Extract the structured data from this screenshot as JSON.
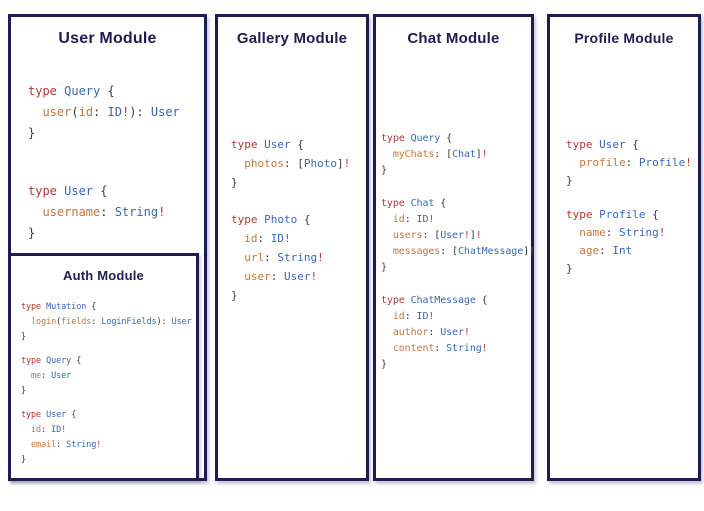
{
  "colors": {
    "navy": "#1d1d52",
    "keyword": "#ad3a36",
    "typename": "#3a67b0",
    "fieldname": "#c2763c",
    "punct": "#3b3b3b"
  },
  "modules": [
    {
      "id": "user",
      "title": "User Module",
      "blocks": [
        [
          [
            {
              "t": "type ",
              "c": "k"
            },
            {
              "t": "Query ",
              "c": "t"
            },
            {
              "t": "{",
              "c": "p"
            }
          ],
          [
            {
              "t": "  user",
              "c": "f"
            },
            {
              "t": "(",
              "c": "p"
            },
            {
              "t": "id",
              "c": "f"
            },
            {
              "t": ": ",
              "c": "p"
            },
            {
              "t": "ID",
              "c": "t"
            },
            {
              "t": "!",
              "c": "k"
            },
            {
              "t": "): ",
              "c": "p"
            },
            {
              "t": "User",
              "c": "t"
            }
          ],
          [
            {
              "t": "}",
              "c": "p"
            }
          ]
        ],
        [
          [
            {
              "t": "type ",
              "c": "k"
            },
            {
              "t": "User ",
              "c": "t"
            },
            {
              "t": "{",
              "c": "p"
            }
          ],
          [
            {
              "t": "  username",
              "c": "f"
            },
            {
              "t": ": ",
              "c": "p"
            },
            {
              "t": "String",
              "c": "t"
            },
            {
              "t": "!",
              "c": "k"
            }
          ],
          [
            {
              "t": "}",
              "c": "p"
            }
          ]
        ]
      ],
      "sub": {
        "id": "auth",
        "title": "Auth Module",
        "blocks": [
          [
            [
              {
                "t": "type ",
                "c": "k"
              },
              {
                "t": "Mutation ",
                "c": "t"
              },
              {
                "t": "{",
                "c": "p"
              }
            ],
            [
              {
                "t": "  login",
                "c": "f"
              },
              {
                "t": "(",
                "c": "p"
              },
              {
                "t": "fields",
                "c": "f"
              },
              {
                "t": ": ",
                "c": "p"
              },
              {
                "t": "LoginFields",
                "c": "t"
              },
              {
                "t": "): ",
                "c": "p"
              },
              {
                "t": "User",
                "c": "t"
              }
            ],
            [
              {
                "t": "}",
                "c": "p"
              }
            ]
          ],
          [
            [
              {
                "t": "type ",
                "c": "k"
              },
              {
                "t": "Query ",
                "c": "t"
              },
              {
                "t": "{",
                "c": "p"
              }
            ],
            [
              {
                "t": "  me",
                "c": "f"
              },
              {
                "t": ": ",
                "c": "p"
              },
              {
                "t": "User",
                "c": "t"
              }
            ],
            [
              {
                "t": "}",
                "c": "p"
              }
            ]
          ],
          [
            [
              {
                "t": "type ",
                "c": "k"
              },
              {
                "t": "User ",
                "c": "t"
              },
              {
                "t": "{",
                "c": "p"
              }
            ],
            [
              {
                "t": "  id",
                "c": "f"
              },
              {
                "t": ": ",
                "c": "p"
              },
              {
                "t": "ID",
                "c": "t"
              },
              {
                "t": "!",
                "c": "k"
              }
            ],
            [
              {
                "t": "  email",
                "c": "f"
              },
              {
                "t": ": ",
                "c": "p"
              },
              {
                "t": "String",
                "c": "t"
              },
              {
                "t": "!",
                "c": "k"
              }
            ],
            [
              {
                "t": "}",
                "c": "p"
              }
            ]
          ]
        ]
      }
    },
    {
      "id": "gallery",
      "title": "Gallery Module",
      "blocks": [
        [
          [
            {
              "t": "type ",
              "c": "k"
            },
            {
              "t": "User ",
              "c": "t"
            },
            {
              "t": "{",
              "c": "p"
            }
          ],
          [
            {
              "t": "  photos",
              "c": "f"
            },
            {
              "t": ": [",
              "c": "p"
            },
            {
              "t": "Photo",
              "c": "t"
            },
            {
              "t": "]",
              "c": "p"
            },
            {
              "t": "!",
              "c": "k"
            }
          ],
          [
            {
              "t": "}",
              "c": "p"
            }
          ]
        ],
        [
          [
            {
              "t": "type ",
              "c": "k"
            },
            {
              "t": "Photo ",
              "c": "t"
            },
            {
              "t": "{",
              "c": "p"
            }
          ],
          [
            {
              "t": "  id",
              "c": "f"
            },
            {
              "t": ": ",
              "c": "p"
            },
            {
              "t": "ID",
              "c": "t"
            },
            {
              "t": "!",
              "c": "k"
            }
          ],
          [
            {
              "t": "  url",
              "c": "f"
            },
            {
              "t": ": ",
              "c": "p"
            },
            {
              "t": "String",
              "c": "t"
            },
            {
              "t": "!",
              "c": "k"
            }
          ],
          [
            {
              "t": "  user",
              "c": "f"
            },
            {
              "t": ": ",
              "c": "p"
            },
            {
              "t": "User",
              "c": "t"
            },
            {
              "t": "!",
              "c": "k"
            }
          ],
          [
            {
              "t": "}",
              "c": "p"
            }
          ]
        ]
      ]
    },
    {
      "id": "chat",
      "title": "Chat Module",
      "blocks": [
        [
          [
            {
              "t": "type ",
              "c": "k"
            },
            {
              "t": "Query ",
              "c": "t"
            },
            {
              "t": "{",
              "c": "p"
            }
          ],
          [
            {
              "t": "  myChats",
              "c": "f"
            },
            {
              "t": ": [",
              "c": "p"
            },
            {
              "t": "Chat",
              "c": "t"
            },
            {
              "t": "]",
              "c": "p"
            },
            {
              "t": "!",
              "c": "k"
            }
          ],
          [
            {
              "t": "}",
              "c": "p"
            }
          ]
        ],
        [
          [
            {
              "t": "type ",
              "c": "k"
            },
            {
              "t": "Chat ",
              "c": "t"
            },
            {
              "t": "{",
              "c": "p"
            }
          ],
          [
            {
              "t": "  id",
              "c": "f"
            },
            {
              "t": ": ",
              "c": "p"
            },
            {
              "t": "ID",
              "c": "t"
            },
            {
              "t": "!",
              "c": "k"
            }
          ],
          [
            {
              "t": "  users",
              "c": "f"
            },
            {
              "t": ": [",
              "c": "p"
            },
            {
              "t": "User",
              "c": "t"
            },
            {
              "t": "!",
              "c": "k"
            },
            {
              "t": "]",
              "c": "p"
            },
            {
              "t": "!",
              "c": "k"
            }
          ],
          [
            {
              "t": "  messages",
              "c": "f"
            },
            {
              "t": ": [",
              "c": "p"
            },
            {
              "t": "ChatMessage",
              "c": "t"
            },
            {
              "t": "]",
              "c": "p"
            },
            {
              "t": "!",
              "c": "k"
            }
          ],
          [
            {
              "t": "}",
              "c": "p"
            }
          ]
        ],
        [
          [
            {
              "t": "type ",
              "c": "k"
            },
            {
              "t": "ChatMessage ",
              "c": "t"
            },
            {
              "t": "{",
              "c": "p"
            }
          ],
          [
            {
              "t": "  id",
              "c": "f"
            },
            {
              "t": ": ",
              "c": "p"
            },
            {
              "t": "ID",
              "c": "t"
            },
            {
              "t": "!",
              "c": "k"
            }
          ],
          [
            {
              "t": "  author",
              "c": "f"
            },
            {
              "t": ": ",
              "c": "p"
            },
            {
              "t": "User",
              "c": "t"
            },
            {
              "t": "!",
              "c": "k"
            }
          ],
          [
            {
              "t": "  content",
              "c": "f"
            },
            {
              "t": ": ",
              "c": "p"
            },
            {
              "t": "String",
              "c": "t"
            },
            {
              "t": "!",
              "c": "k"
            }
          ],
          [
            {
              "t": "}",
              "c": "p"
            }
          ]
        ]
      ]
    },
    {
      "id": "profile",
      "title": "Profile Module",
      "blocks": [
        [
          [
            {
              "t": "type ",
              "c": "k"
            },
            {
              "t": "User ",
              "c": "t"
            },
            {
              "t": "{",
              "c": "p"
            }
          ],
          [
            {
              "t": "  profile",
              "c": "f"
            },
            {
              "t": ": ",
              "c": "p"
            },
            {
              "t": "Profile",
              "c": "t"
            },
            {
              "t": "!",
              "c": "k"
            }
          ],
          [
            {
              "t": "}",
              "c": "p"
            }
          ]
        ],
        [
          [
            {
              "t": "type ",
              "c": "k"
            },
            {
              "t": "Profile ",
              "c": "t"
            },
            {
              "t": "{",
              "c": "p"
            }
          ],
          [
            {
              "t": "  name",
              "c": "f"
            },
            {
              "t": ": ",
              "c": "p"
            },
            {
              "t": "String",
              "c": "t"
            },
            {
              "t": "!",
              "c": "k"
            }
          ],
          [
            {
              "t": "  age",
              "c": "f"
            },
            {
              "t": ": ",
              "c": "p"
            },
            {
              "t": "Int",
              "c": "t"
            }
          ],
          [
            {
              "t": "}",
              "c": "p"
            }
          ]
        ]
      ]
    }
  ]
}
